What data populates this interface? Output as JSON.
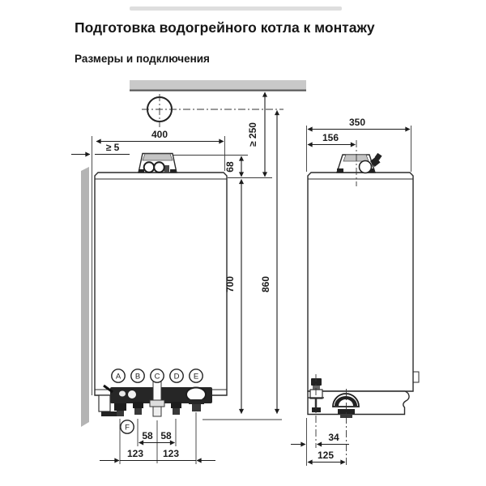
{
  "page": {
    "title": "Подготовка водогрейного котла к монтажу",
    "subtitle": "Размеры и подключения"
  },
  "front": {
    "dim_width": "400",
    "dim_wall_gap": "≥ 5",
    "dim_flue_collar_height": "68",
    "dim_ceiling_clearance": "≥ 250",
    "dim_body_height": "700",
    "dim_total_height": "860",
    "dim_conn_bc": "58",
    "dim_conn_cd": "58",
    "dim_conn_ac": "123",
    "dim_conn_ce": "123",
    "labels": [
      "A",
      "B",
      "C",
      "D",
      "E",
      "F"
    ]
  },
  "side": {
    "dim_depth": "350",
    "dim_flue_offset": "156",
    "dim_valve_offset": "34",
    "dim_pump_offset": "125"
  },
  "colors": {
    "line": "#1c1c1c",
    "ceiling_gray": "#c9c9c9",
    "wall_gray": "#b4b4b4"
  }
}
